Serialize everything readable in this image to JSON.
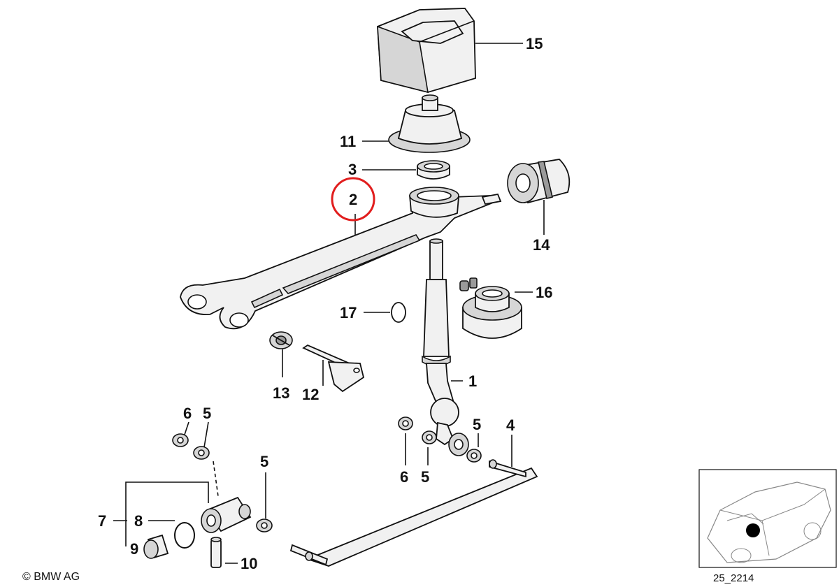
{
  "diagram": {
    "parts": [
      {
        "number": "1"
      },
      {
        "number": "2",
        "highlighted": true
      },
      {
        "number": "3"
      },
      {
        "number": "4"
      },
      {
        "number": "5"
      },
      {
        "number": "6"
      },
      {
        "number": "7"
      },
      {
        "number": "8"
      },
      {
        "number": "9"
      },
      {
        "number": "10"
      },
      {
        "number": "11"
      },
      {
        "number": "12"
      },
      {
        "number": "13"
      },
      {
        "number": "14"
      },
      {
        "number": "15"
      },
      {
        "number": "16"
      },
      {
        "number": "17"
      }
    ],
    "highlight_color": "#e11d1d",
    "copyright": "© BMW AG",
    "drawing_number": "25_2214"
  }
}
